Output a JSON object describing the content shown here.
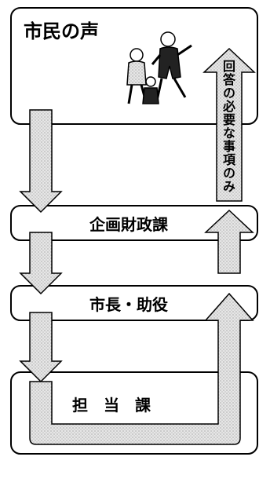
{
  "top_box": {
    "title": "市民の声"
  },
  "boxes": [
    {
      "label": "企画財政課"
    },
    {
      "label": "市長・助役"
    },
    {
      "label": "担　当　課"
    }
  ],
  "return_arrow": {
    "label": "回答の必要な事項のみ"
  },
  "colors": {
    "line": "#000000",
    "arrow_fill": "#d8d8d8",
    "background": "#ffffff"
  },
  "illustration": {
    "icon": "family-people-icon"
  }
}
